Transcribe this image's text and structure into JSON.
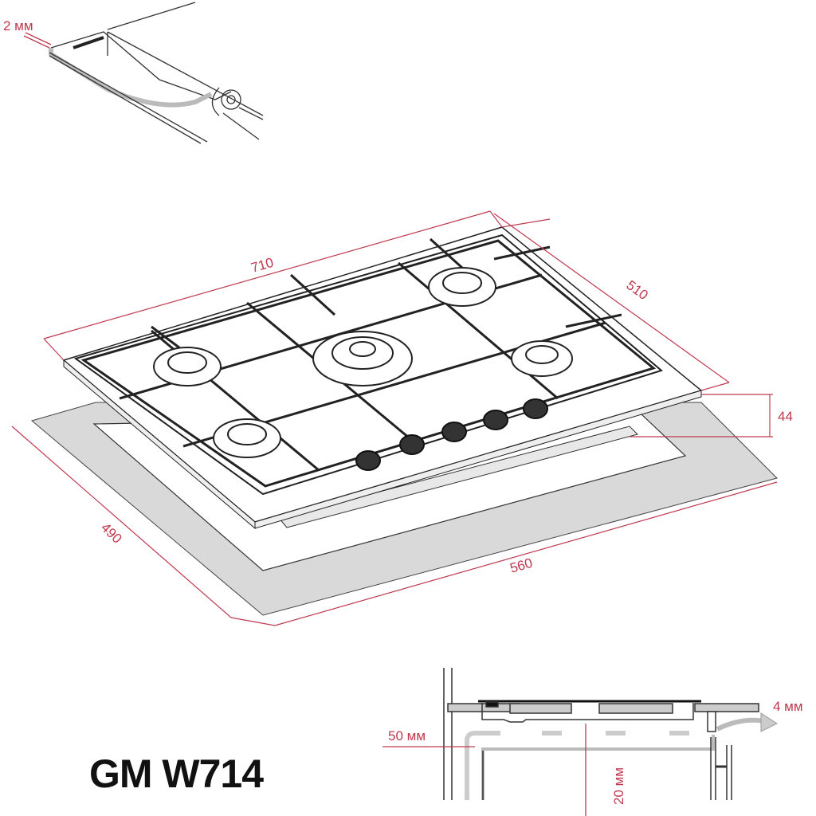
{
  "model": "GM W714",
  "colors": {
    "dimension": "#c0394f",
    "line": "#222222",
    "counter": "#d9d9d9",
    "arrow": "#cfcfcf"
  },
  "detail_seal": {
    "thickness_label": "2 мм"
  },
  "hob_dimensions": {
    "width": "710",
    "depth": "510",
    "height": "44"
  },
  "cutout_dimensions": {
    "depth": "490",
    "width": "560"
  },
  "ventilation": {
    "wall_gap": "50 мм",
    "front_gap": "4 мм",
    "air_gap": "20 мм"
  }
}
